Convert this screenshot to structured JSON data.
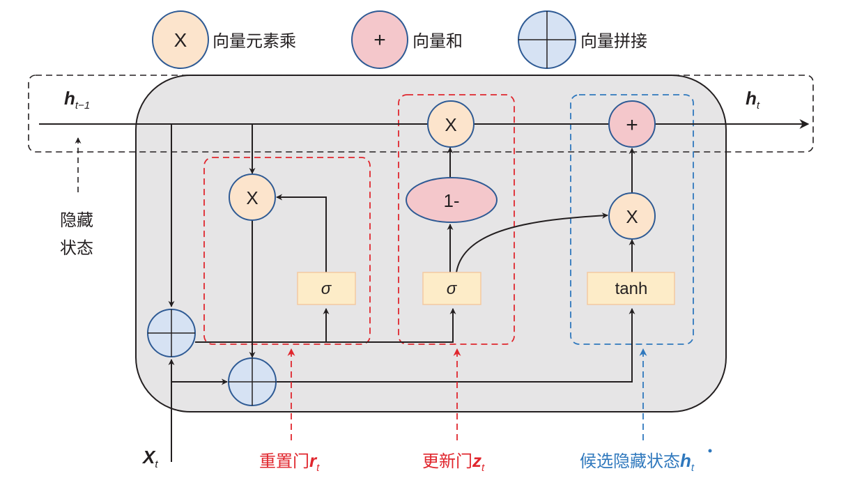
{
  "legend": [
    {
      "symbol": "X",
      "label": "向量元素乘",
      "kind": "multiply"
    },
    {
      "symbol": "+",
      "label": "向量和",
      "kind": "add"
    },
    {
      "symbol": "",
      "label": "向量拼接",
      "kind": "concat"
    }
  ],
  "labels": {
    "h_prev": {
      "main": "h",
      "sub": "t−1"
    },
    "h_curr": {
      "main": "h",
      "sub": "t"
    },
    "x_in": {
      "main": "X",
      "sub": "t"
    },
    "hidden_state_line1": "隐藏",
    "hidden_state_line2": "状态"
  },
  "nodes": {
    "reset_mul": "X",
    "update_mul": "X",
    "cand_mul": "X",
    "final_add": "+",
    "one_minus": "1-",
    "reset_sigma": "σ",
    "update_sigma": "σ",
    "tanh": "tanh"
  },
  "gates": {
    "reset": {
      "text": "重置门",
      "var": "r",
      "sub": "t"
    },
    "update": {
      "text": "更新门",
      "var": "z",
      "sub": "t"
    },
    "candidate": {
      "text": "候选隐藏状态",
      "var": "h",
      "sub": "t"
    }
  },
  "colors": {
    "multiply_fill": "#fce4cc",
    "add_fill": "#f4c7cb",
    "concat_fill": "#d6e2f3",
    "node_stroke": "#2e5a94",
    "box_fill": "#fdecc8",
    "box_stroke": "#f3c9a0",
    "cell_fill": "#e6e5e6",
    "red": "#e0262d",
    "blue": "#2f78bd",
    "line": "#231f20"
  }
}
